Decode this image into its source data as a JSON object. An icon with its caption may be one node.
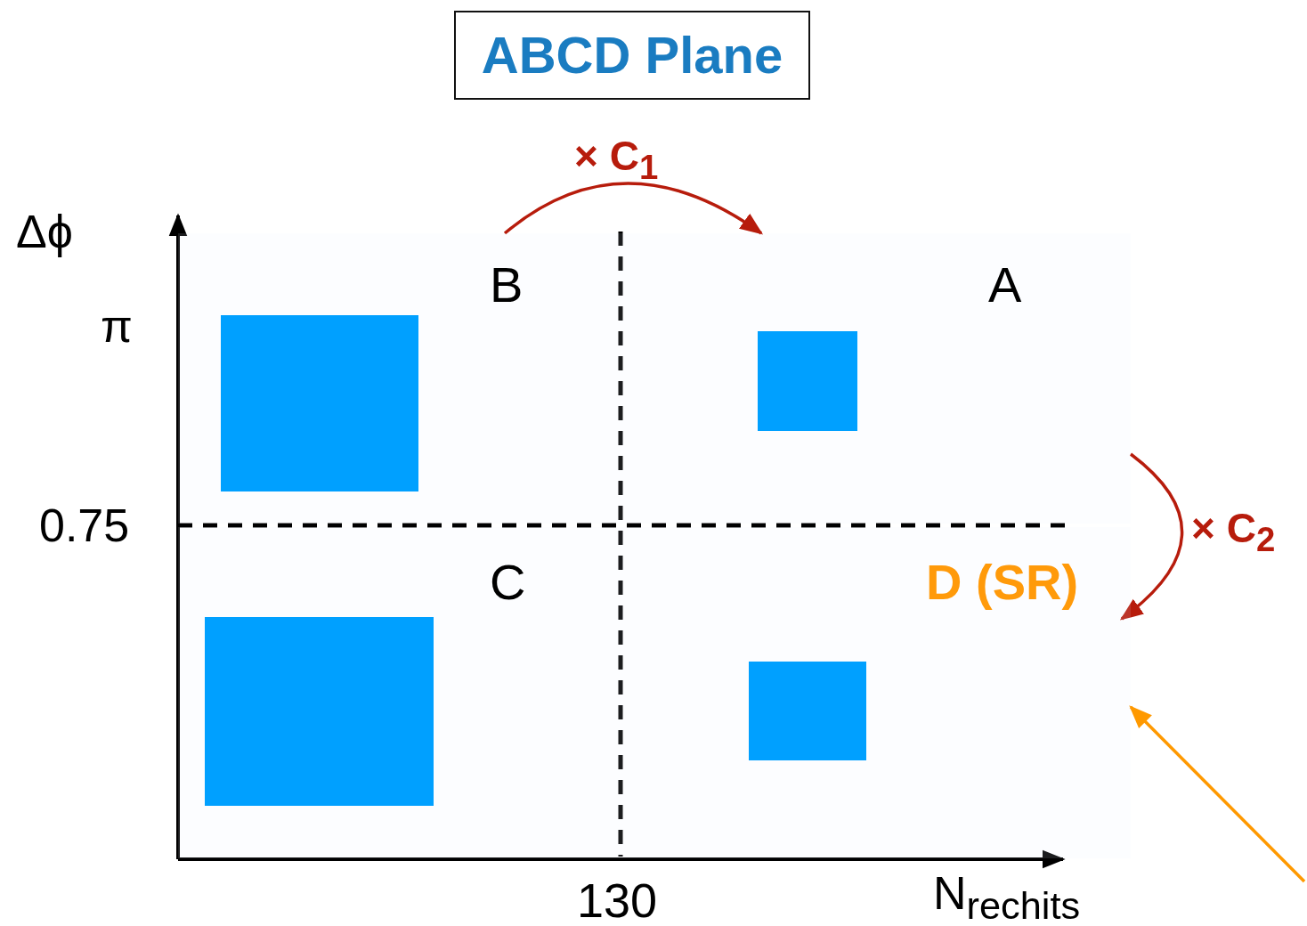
{
  "diagram": {
    "title": "ABCD Plane",
    "nodes": [
      {
        "text": [
          "B"
        ]
      },
      {
        "text": [
          "A"
        ]
      },
      {
        "text": [],
        "shape": "box",
        "in": 0
      },
      {
        "text": [],
        "shape": "box",
        "in": 1
      },
      {
        "text": [
          "C"
        ]
      },
      {
        "text": [
          "D (SR)"
        ]
      },
      {
        "text": [],
        "shape": "box",
        "in": 4
      },
      {
        "text": [],
        "shape": "box",
        "in": 5
      }
    ],
    "edges": [
      {
        "from": 0,
        "to": 1,
        "arrow": "to",
        "label": "× C$_{1}$",
        "color": "#b71c0c"
      },
      {
        "from": 1,
        "to": 5,
        "arrow": "to",
        "label": "× C$_{2}$",
        "color": "#b71c0c"
      },
      {
        "from": null,
        "to": 5,
        "arrow": "to",
        "color": "#ff9900"
      }
    ],
    "labels": [
      "Δϕ",
      "π",
      "0.75",
      "130",
      "N$_{rechits}$"
    ]
  }
}
